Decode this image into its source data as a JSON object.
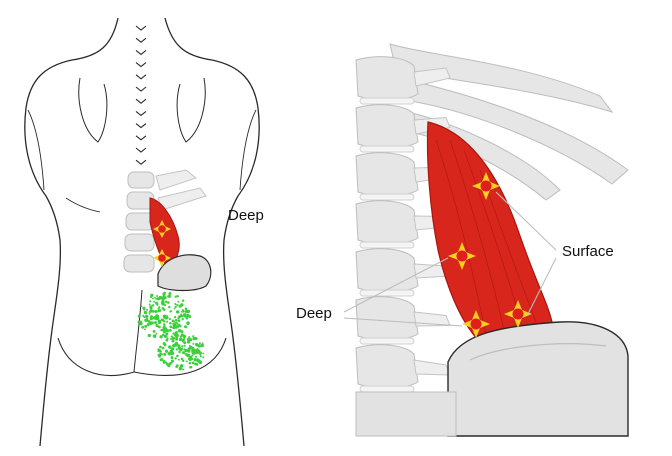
{
  "labels": {
    "deep_left": "Deep",
    "deep_right": "Deep",
    "surface": "Surface"
  },
  "colors": {
    "background": "#ffffff",
    "outline": "#2a2a2a",
    "bone": "#e6e6e6",
    "bone_edge": "#bdbdbd",
    "muscle": "#d9261c",
    "muscle_dark": "#a8140e",
    "trigger_star": "#f4d21f",
    "trigger_core": "#e11d1d",
    "referral": "#3ccf3c"
  },
  "figures": [
    {
      "name": "back-body-view",
      "trigger_points": 2,
      "shows_referral_pattern": true
    },
    {
      "name": "spine-closeup-view",
      "trigger_points": 4
    }
  ]
}
